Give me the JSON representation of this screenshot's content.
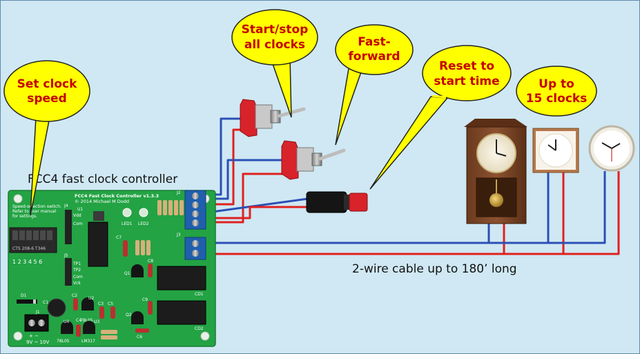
{
  "diagram": {
    "callouts": {
      "set_clock_speed": [
        "Set clock",
        "speed"
      ],
      "start_stop": [
        "Start/stop",
        "all clocks"
      ],
      "fast_forward": [
        "Fast-",
        "forward"
      ],
      "reset": [
        "Reset to",
        "start time"
      ],
      "up_to_15": [
        "Up to",
        "15 clocks"
      ]
    },
    "controller_title": "FCC4 fast clock controller",
    "cable_label": "2-wire cable up to 180’ long",
    "pcb": {
      "title": "FCC4 Fast Clock Controller  v1.3.3",
      "copyright": "© 2014 Michael M Dodd",
      "speed_note": [
        "Speed-selection switch.",
        "Refer to user manual",
        "for settings."
      ],
      "switch_brand": "CTS 208-6  T346",
      "switch_numbers": "1 2 3 4 5 6",
      "power_label": "9V ~ 10V",
      "power_polarity": "+    −",
      "labels": {
        "j1": "J1",
        "j2": "J2",
        "j3": "J3",
        "j4": "J4",
        "j5": "J5",
        "u1": "U1",
        "u2": "U2",
        "u3": "U3",
        "u4": "U4",
        "c1": "C1",
        "c2": "C2",
        "c3": "C3",
        "c4": "C4",
        "c5": "C5",
        "c6": "C6",
        "c7": "C7",
        "c8": "C8",
        "c9": "C9",
        "q1": "Q1",
        "q2": "Q2",
        "d1": "D1",
        "led1": "LED1",
        "led2": "LED2",
        "vdd": "Vdd",
        "com": "Com",
        "tp1": "TP1",
        "tp2": "TP2",
        "com2": "Com",
        "vck": "Vck",
        "reg1": "78L05",
        "reg2": "78L05",
        "reg3": "LM317",
        "cd1": "CD1",
        "cd2": "CD2"
      }
    },
    "colors": {
      "background": "#cfe8f3",
      "bubble_fill": "#ffff00",
      "bubble_text": "#c40000",
      "pcb": "#23a344",
      "wire_blue": "#2b4fb5",
      "wire_red": "#e0201f",
      "switch_red": "#d8232a"
    }
  }
}
